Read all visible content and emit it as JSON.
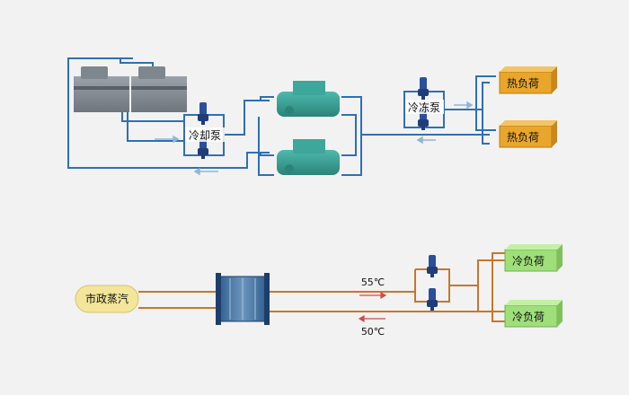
{
  "top_system": {
    "cooling_pump_label": "冷却泵",
    "chilled_pump_label": "冷冻泵",
    "heat_loads": [
      "热负荷",
      "热负荷"
    ]
  },
  "bottom_system": {
    "steam_label": "市政蒸汽",
    "supply_temp": "55℃",
    "return_temp": "50℃",
    "cold_loads": [
      "冷负荷",
      "冷负荷"
    ]
  },
  "colors": {
    "blue_pipe": "#2f6fb5",
    "dark_pipe": "#1b4f8a",
    "orange_pipe": "#c8762b",
    "heat_load_fill": "#e9a62a",
    "cold_load_fill": "#9fdf7a",
    "steam_fill": "#f3e59a",
    "flow_arrow": "#8fb6d8",
    "red_arrow": "#d24a4a"
  }
}
